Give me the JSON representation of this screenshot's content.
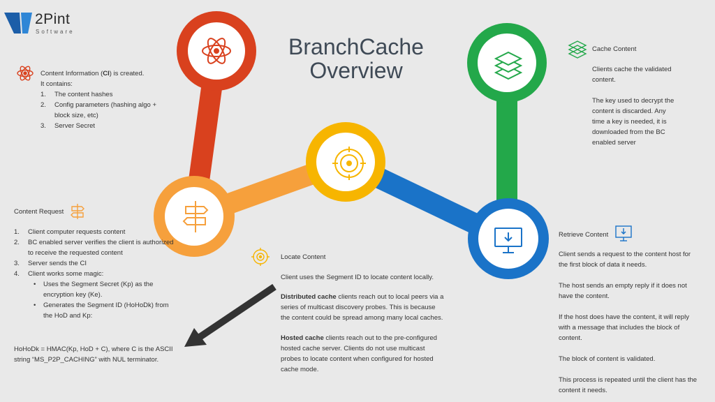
{
  "logo": {
    "name": "2Pint",
    "sub": "Software"
  },
  "title": {
    "line1": "BranchCache",
    "line2": "Overview"
  },
  "colors": {
    "red": "#d9411e",
    "orange": "#f6a03c",
    "yellow": "#f7b500",
    "blue": "#1a73c8",
    "green": "#23a84a",
    "text": "#333333"
  },
  "content_info": {
    "pre": "Content Information (",
    "ci": "CI",
    "post": ") is created.",
    "line2": "It contains:",
    "items": [
      {
        "num": "1.",
        "text": "The content hashes"
      },
      {
        "num": "2.",
        "text": "Config parameters (hashing algo + block size, etc)"
      },
      {
        "num": "3.",
        "text": "Server Secret"
      }
    ]
  },
  "content_request": {
    "title": "Content Request",
    "items": [
      {
        "num": "1.",
        "text": "Client computer requests content"
      },
      {
        "num": "2.",
        "text": "BC enabled server verifies the client is authorized to receive the requested content"
      },
      {
        "num": "3.",
        "text": "Server sends the CI"
      },
      {
        "num": "4.",
        "text": "Client works some magic:"
      }
    ],
    "sub_items": [
      "Uses the Segment Secret (Kp) as the encryption key (Ke).",
      "Generates the Segment ID (HoHoDk) from the HoD and Kp:"
    ],
    "formula": "HoHoDk = HMAC(Kp, HoD + C), where C is the ASCII string “MS_P2P_CACHING” with NUL terminator."
  },
  "locate_content": {
    "title": "Locate Content",
    "p1": "Client uses the Segment ID to locate content locally.",
    "p2_bold": "Distributed cache",
    "p2_rest": " clients reach out to local peers via a series of multicast discovery probes. This is because the content could be spread among many local caches.",
    "p3_bold": "Hosted cache",
    "p3_rest": " clients reach out to the pre-configured hosted cache server. Clients do not use multicast probes to locate content when configured for hosted cache mode."
  },
  "cache_content": {
    "title": "Cache Content",
    "p1": "Clients cache the validated content.",
    "p2": "The key used to decrypt the content is discarded. Any time a key is needed, it is downloaded from the BC enabled server"
  },
  "retrieve_content": {
    "title": "Retrieve Content",
    "p1": "Client sends a request to the content host for the first block of data it needs.",
    "p2": "The host sends an empty reply if it does not have the content.",
    "p3": "If the host does have the content, it will reply with a message that includes the block of content.",
    "p4": "The block of content is validated.",
    "p5": "This process is repeated until the client has the content it needs."
  },
  "icons": [
    "atom-icon",
    "signpost-icon",
    "target-icon",
    "layers-icon",
    "download-monitor-icon",
    "arrow-icon"
  ]
}
